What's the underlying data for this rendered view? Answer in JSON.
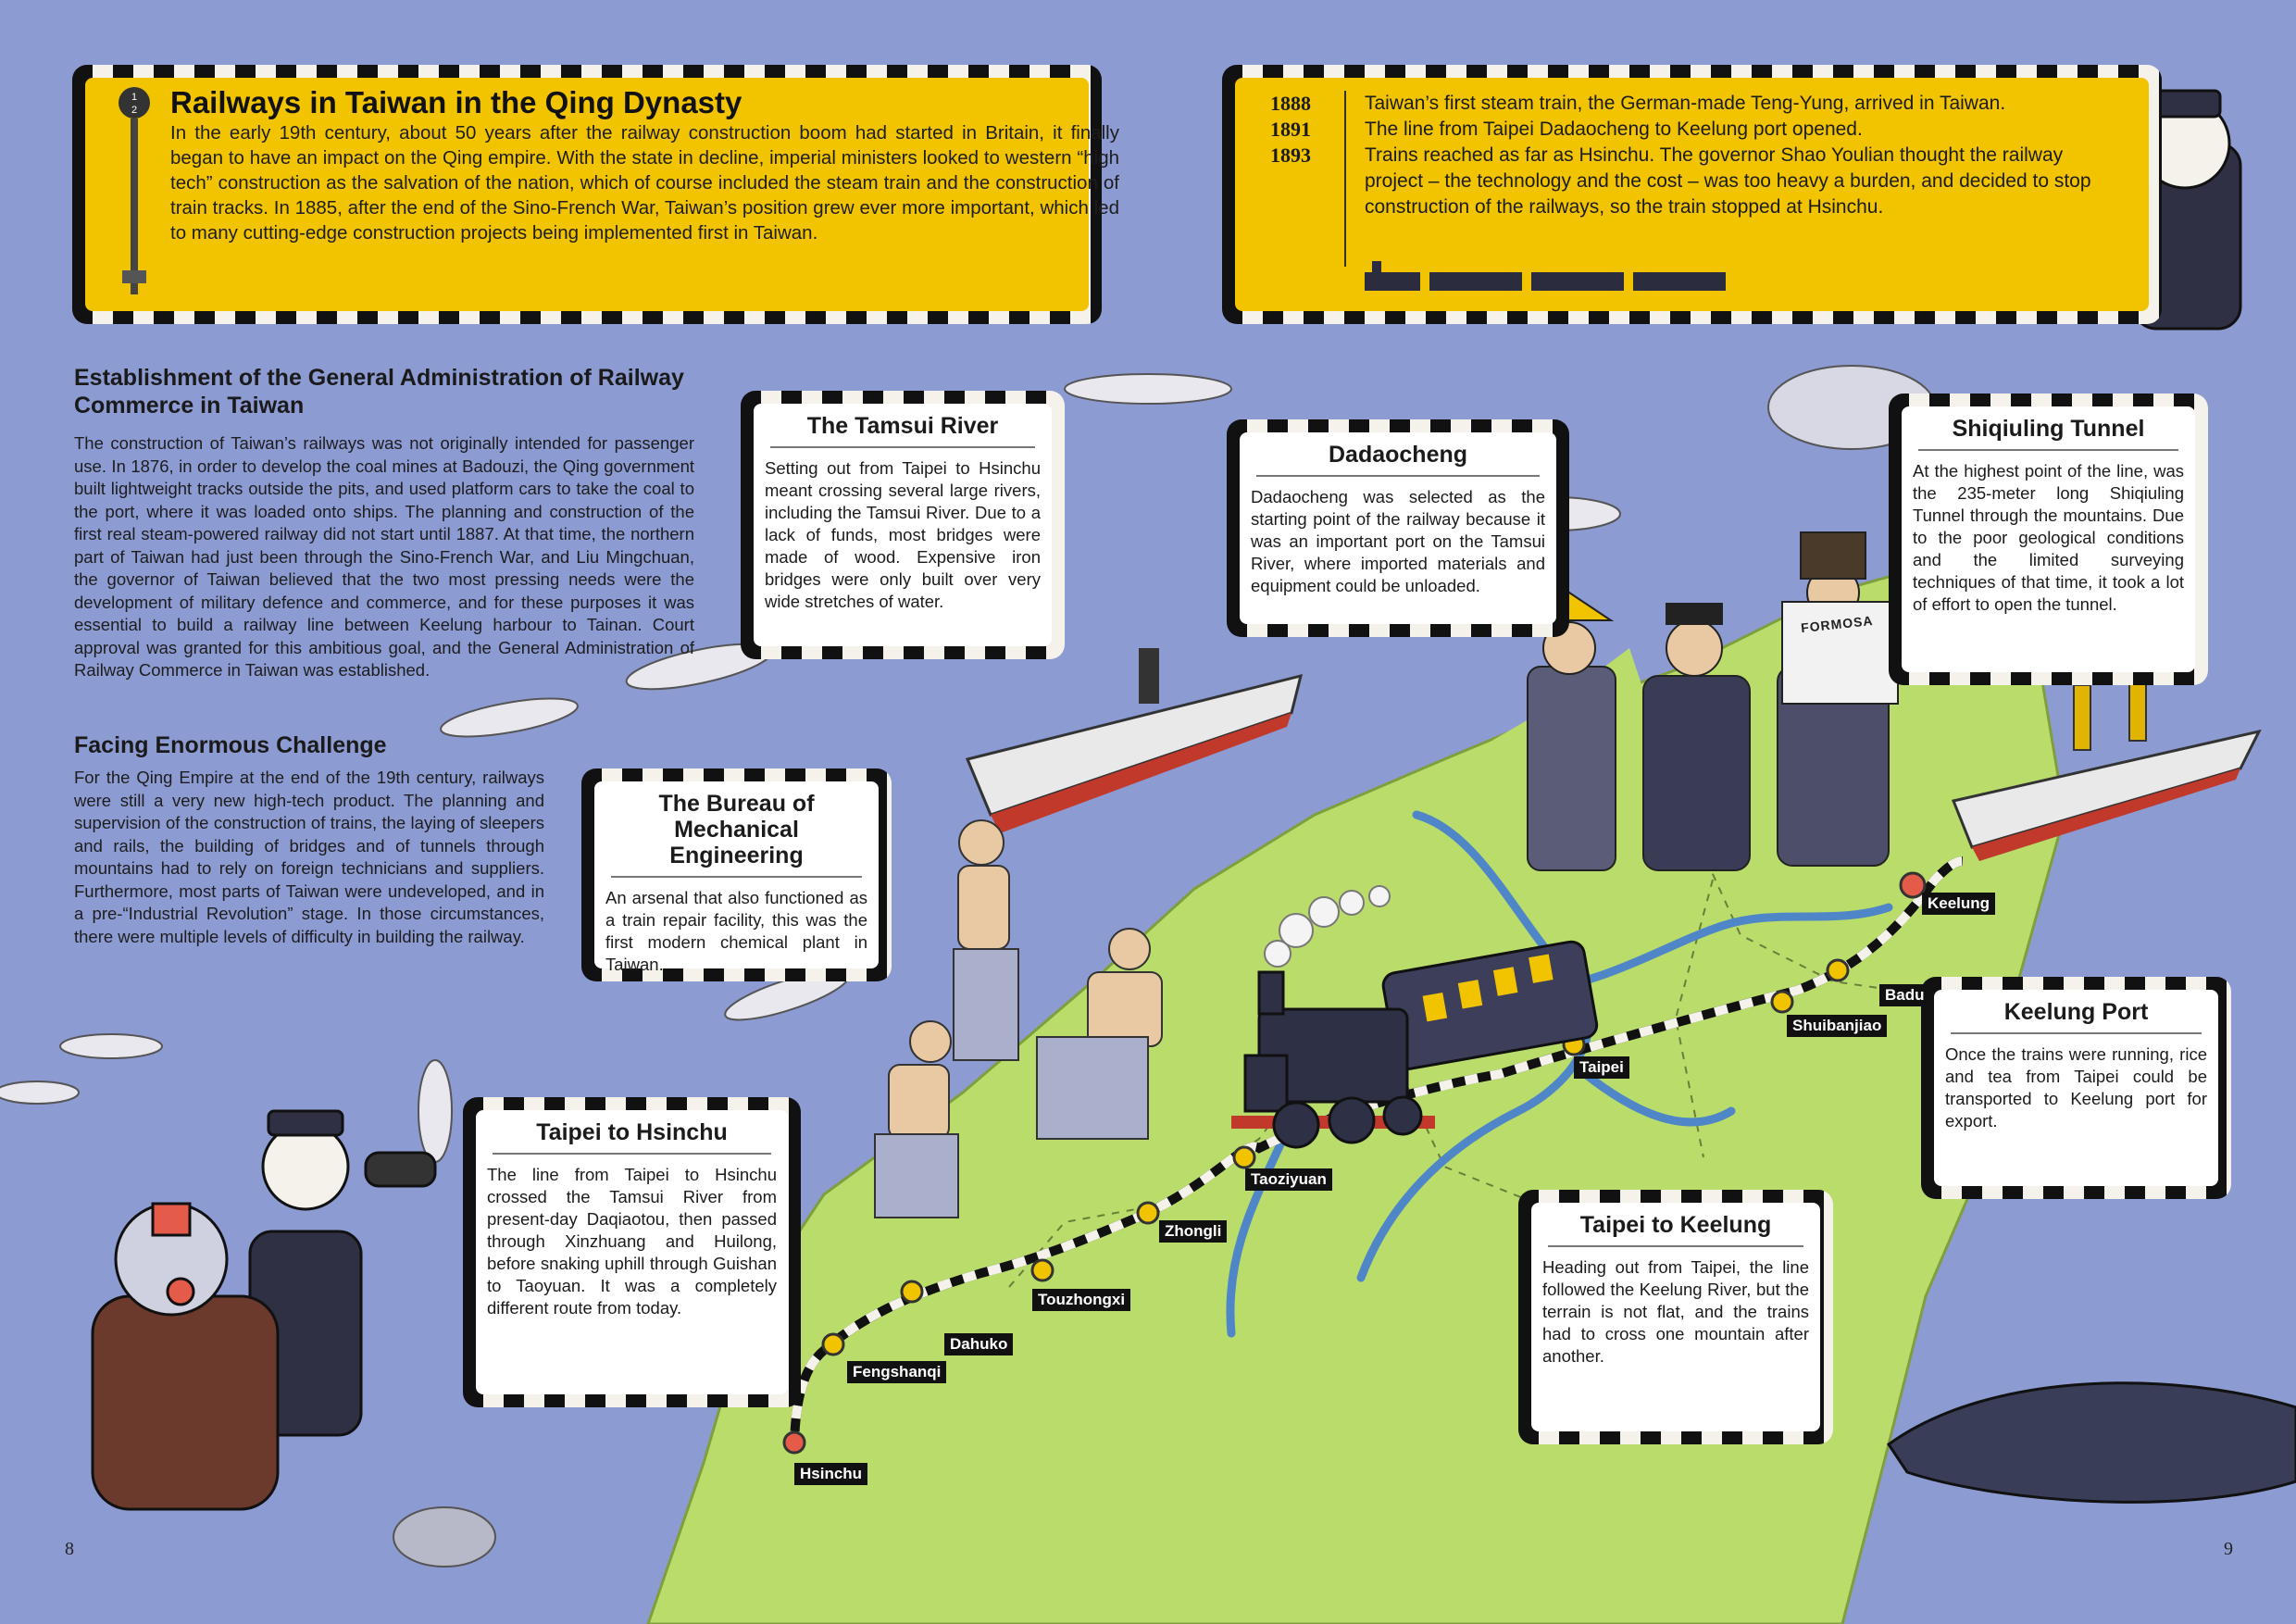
{
  "header_left": {
    "title": "Railways in Taiwan in the Qing Dynasty",
    "body": "In the early 19th century, about 50 years after the railway construction boom had started in Britain, it finally began to have an impact on the Qing empire. With the state in decline, imperial ministers looked to western “high tech” construction as the salvation of the nation, which of course included the steam train and the construction of train tracks. In 1885, after the end of the Sino-French War, Taiwan’s position grew ever more important, which led to many cutting-edge construction projects being implemented first in Taiwan.",
    "signal_label": "1\n2"
  },
  "timeline": [
    {
      "year": "1888",
      "text": "Taiwan’s first steam train, the German-made Teng-Yung, arrived in Taiwan."
    },
    {
      "year": "1891",
      "text": "The line from Taipei Dadaocheng to Keelung port opened."
    },
    {
      "year": "1893",
      "text": "Trains reached as far as Hsinchu. The governor Shao Youlian thought the railway project – the technology and the cost – was too heavy a burden, and decided to stop construction of the railways, so the train stopped at Hsinchu."
    }
  ],
  "sections": {
    "establishment": {
      "heading": "Establishment of the General Administration of Railway Commerce in Taiwan",
      "body": "The construction of Taiwan’s railways was not originally intended for passenger use. In 1876, in order to develop the coal mines at Badouzi, the Qing government built lightweight tracks outside the pits, and used platform cars to take the coal to the port, where it was loaded onto ships. The planning and construction of the first real steam-powered railway did not start until 1887. At that time, the northern part of Taiwan had just been through the Sino-French War, and Liu Mingchuan, the governor of Taiwan believed that the two most pressing needs were the development of military defence and commerce, and for these purposes it was essential to build a railway line between Keelung harbour to Tainan. Court approval was granted for this ambitious goal, and the General Administration of Railway Commerce in Taiwan was established."
    },
    "challenge": {
      "heading": "Facing Enormous Challenge",
      "body": "For the Qing Empire at the end of the 19th century, railways were still a very new high-tech product. The planning and supervision of the construction of trains, the laying of sleepers and rails, the building of bridges and of tunnels through mountains had to rely on foreign technicians and suppliers. Furthermore, most parts of Taiwan were undeveloped, and in a pre-“Industrial Revolution” stage. In those circumstances, there were multiple levels of difficulty in building the railway."
    }
  },
  "cards": {
    "tamsui": {
      "title": "The Tamsui River",
      "body": "Setting out from Taipei to Hsinchu meant crossing several large rivers, including the Tamsui River. Due to a lack of funds, most bridges were made of wood. Expensive iron bridges were only built over very wide stretches of water."
    },
    "dadaocheng": {
      "title": "Dadaocheng",
      "body": "Dadaocheng was selected as the starting point of the railway because it was an important port on the Tamsui River, where imported materials and equipment could be unloaded."
    },
    "shiqiuling": {
      "title": "Shiqiuling Tunnel",
      "body": "At the highest point of the line, was the 235-meter long Shiqiuling Tunnel through the mountains. Due to the poor geological conditions and the limited surveying techniques of that time, it took a lot of effort to open the tunnel."
    },
    "bureau": {
      "title": "The Bureau of Mechanical Engineering",
      "body": "An arsenal that also functioned as a train repair facility, this was the first modern chemical plant in Taiwan."
    },
    "keelung_port": {
      "title": "Keelung Port",
      "body": "Once the trains were running, rice and tea from Taipei could be transported to Keelung port for export."
    },
    "taipei_hsinchu": {
      "title": "Taipei to Hsinchu",
      "body": "The line from Taipei to Hsinchu crossed the Tamsui River from present-day Daqiaotou, then passed through Xinzhuang and Huilong, before snaking uphill through Guishan to Taoyuan. It was a completely different route from today."
    },
    "taipei_keelung": {
      "title": "Taipei to Keelung",
      "body": "Heading out from Taipei, the line followed the Keelung River, but the terrain is not flat, and the trains had to cross one mountain after another."
    }
  },
  "stations": {
    "keelung": "Keelung",
    "badu": "Badu",
    "shuibanjiao": "Shuibanjiao",
    "taipei": "Taipei",
    "taoziyuan": "Taoziyuan",
    "zhongli": "Zhongli",
    "touzhongxi": "Touzhongxi",
    "dahuko": "Dahuko",
    "fengshanqi": "Fengshanqi",
    "hsinchu": "Hsinchu"
  },
  "newspaper_text": "FORMOSA",
  "page_numbers": {
    "left": "8",
    "right": "9"
  },
  "colors": {
    "sea": "#8d9bd3",
    "land": "#b9dc6a",
    "header_yellow": "#f2c400",
    "river": "#4f86c8",
    "station_node": "#f2c400"
  }
}
